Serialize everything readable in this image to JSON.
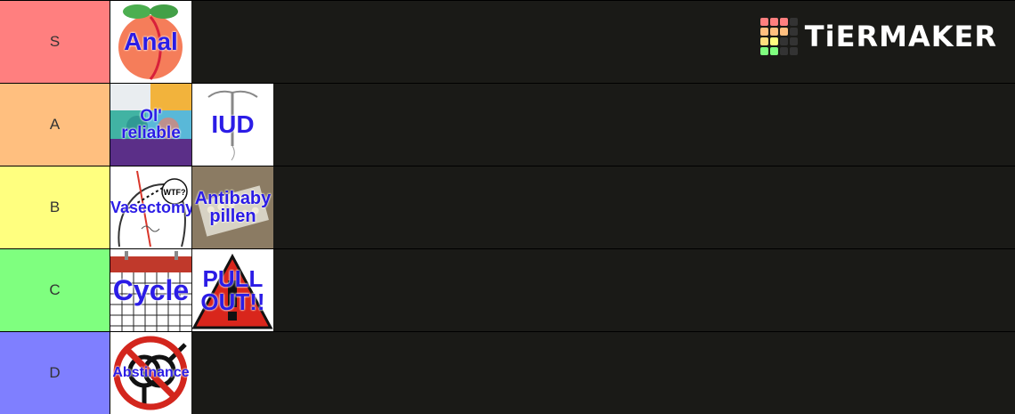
{
  "app": {
    "logo_text": "TiERMAKER"
  },
  "tiers": [
    {
      "label": "S",
      "color": "#ff7f7f",
      "items": [
        {
          "caption": "Anal",
          "icon": "peach-icon"
        }
      ]
    },
    {
      "label": "A",
      "color": "#ffbf7f",
      "items": [
        {
          "caption": "Ol' reliable",
          "icon": "condoms-icon"
        },
        {
          "caption": "IUD",
          "icon": "iud-icon"
        }
      ]
    },
    {
      "label": "B",
      "color": "#ffff7f",
      "items": [
        {
          "caption": "Vasectomy",
          "icon": "vasectomy-diagram-icon"
        },
        {
          "caption": "Antibaby pillen",
          "icon": "pill-pack-icon"
        }
      ]
    },
    {
      "label": "C",
      "color": "#7fff7f",
      "items": [
        {
          "caption": "Cycle",
          "icon": "calendar-icon"
        },
        {
          "caption": "PULL OUT!!",
          "icon": "warning-sign-icon"
        }
      ]
    },
    {
      "label": "D",
      "color": "#7f7fff",
      "items": [
        {
          "caption": "Abstinance",
          "icon": "prohibited-gender-symbols-icon"
        }
      ]
    }
  ]
}
